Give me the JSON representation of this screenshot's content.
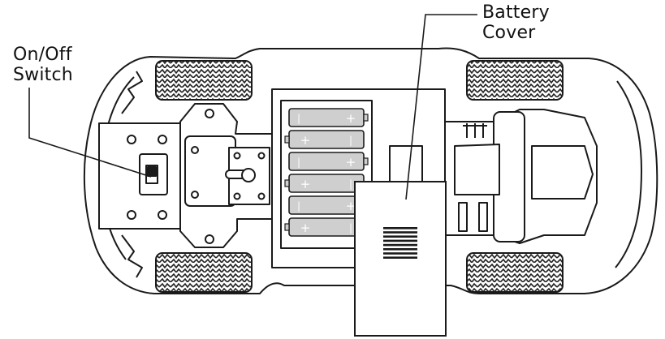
{
  "labels": {
    "on_off_switch": {
      "line1": "On/Off",
      "line2": "Switch"
    },
    "battery_cover": {
      "line1": "Battery",
      "line2": "Cover"
    }
  },
  "battery_marks": {
    "minus": "|",
    "plus": "+"
  },
  "colors": {
    "line": "#1a1a1a",
    "battery_fill": "#cfcfcf",
    "background": "#ffffff"
  }
}
